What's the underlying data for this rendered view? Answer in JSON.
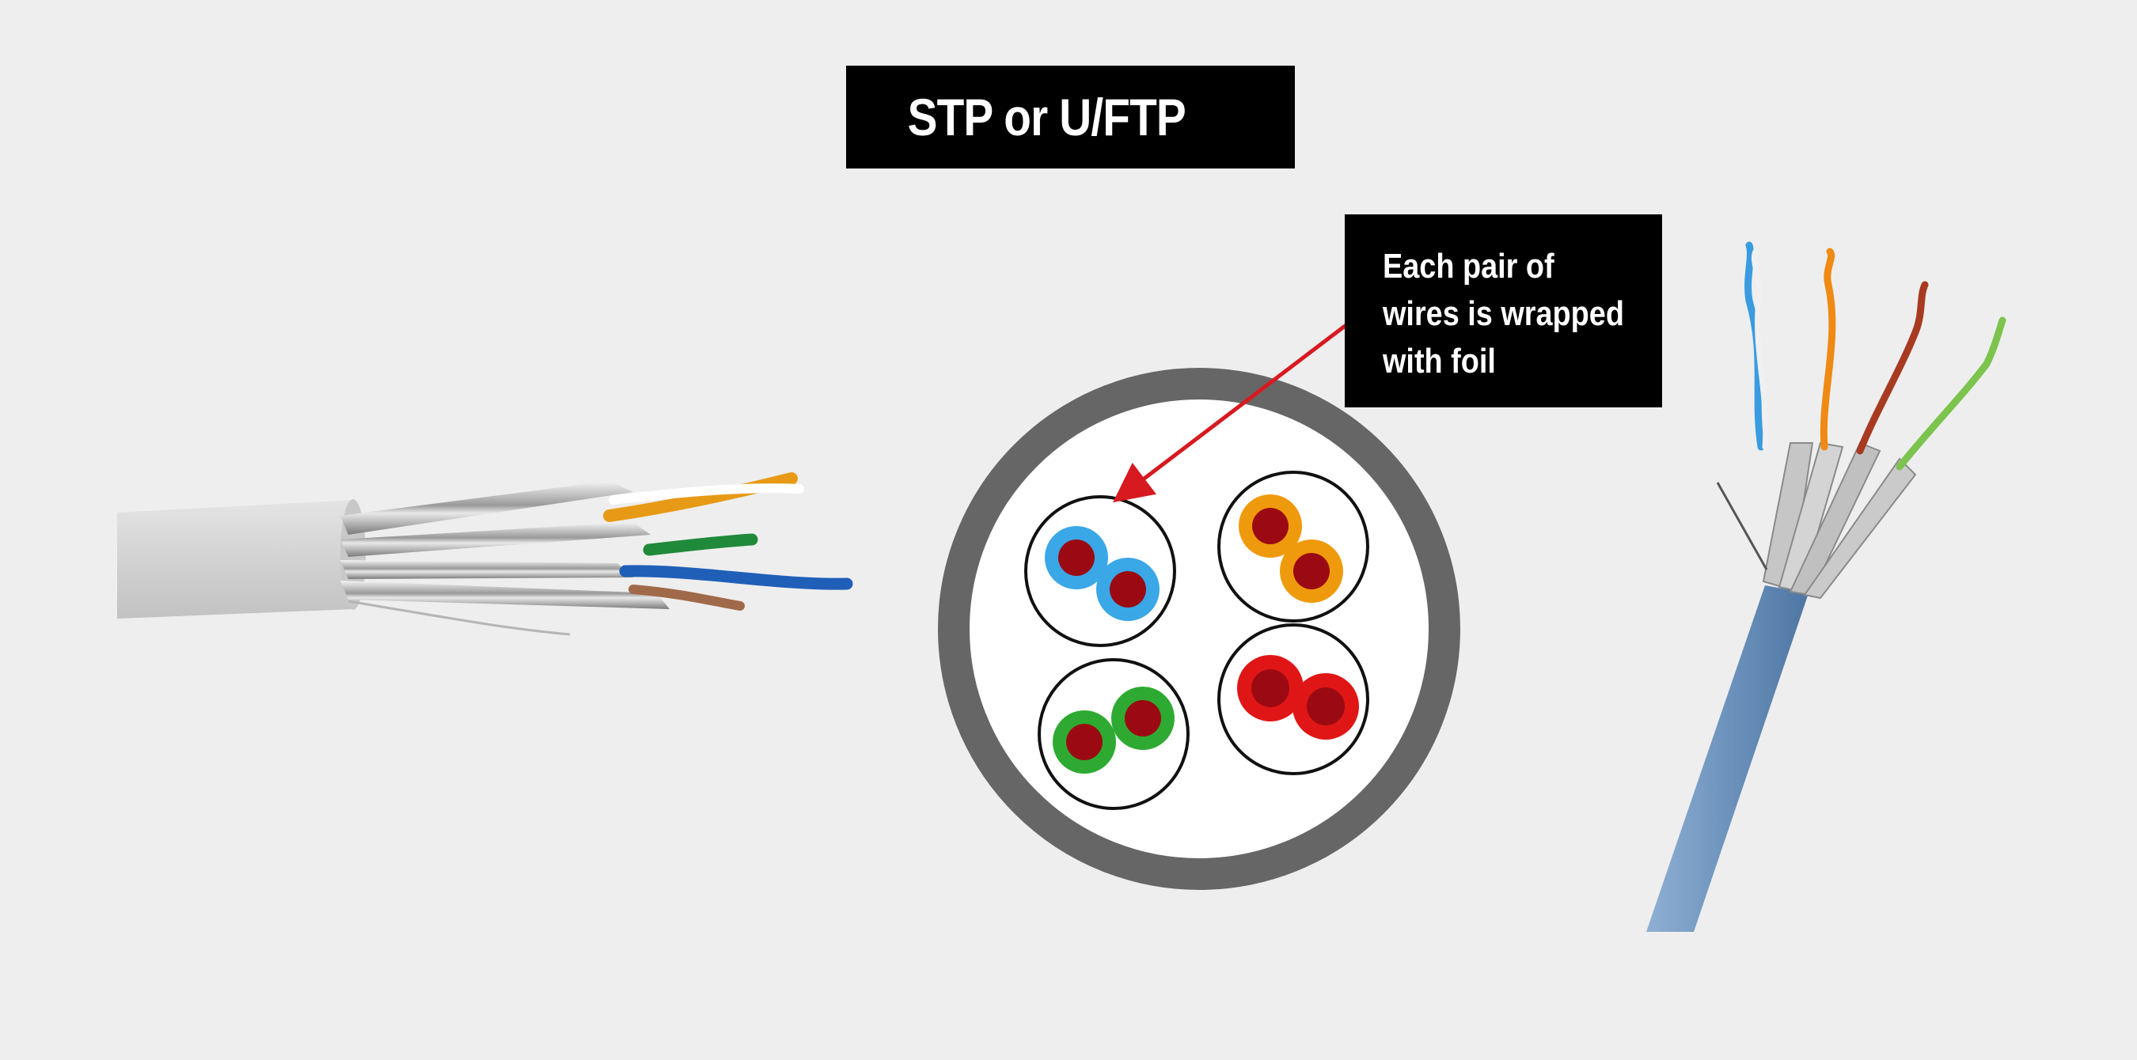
{
  "title": "STP or U/FTP",
  "callout": {
    "lines": [
      "Each pair of",
      "wires is wrapped",
      "with foil"
    ]
  },
  "colors": {
    "background": "#eeeeee",
    "label_bg": "#000000",
    "label_text": "#ffffff",
    "arrow": "#d71920",
    "jacket_ring": "#666666",
    "copper_core": "#9b0a12",
    "pair_blue": "#3aa7e6",
    "pair_orange": "#ef9a0c",
    "pair_green": "#2eaa32",
    "pair_red": "#e01616",
    "left_cable_jacket": "#d6d6d6",
    "right_cable_jacket": "#6d93bd"
  },
  "icons": {
    "left": "stp-cable-side-view-icon",
    "center": "cable-cross-section-icon",
    "right": "stp-cable-fanned-pairs-icon"
  }
}
